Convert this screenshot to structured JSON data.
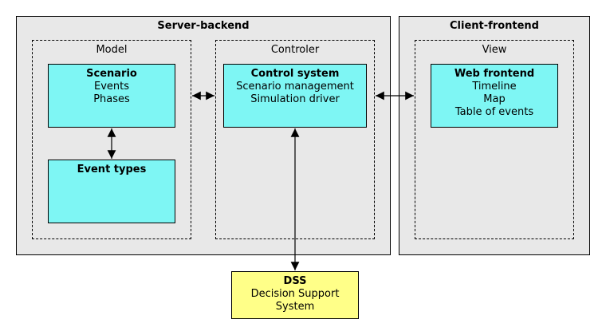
{
  "server": {
    "title": "Server-backend",
    "model": {
      "label": "Model",
      "scenario": {
        "title": "Scenario",
        "lines": [
          "Events",
          "Phases"
        ]
      },
      "event_types": {
        "title": "Event types"
      }
    },
    "controller": {
      "label": "Controler",
      "control_system": {
        "title": "Control system",
        "lines": [
          "Scenario management",
          "Simulation driver"
        ]
      }
    }
  },
  "client": {
    "title": "Client-frontend",
    "view": {
      "label": "View",
      "web_frontend": {
        "title": "Web frontend",
        "lines": [
          "Timeline",
          "Map",
          "Table of events"
        ]
      }
    }
  },
  "dss": {
    "title": "DSS",
    "lines": [
      "Decision Support",
      "System"
    ]
  },
  "colors": {
    "component": "#7ef6f4",
    "dss": "#ffff88",
    "container": "#e8e8e8"
  }
}
